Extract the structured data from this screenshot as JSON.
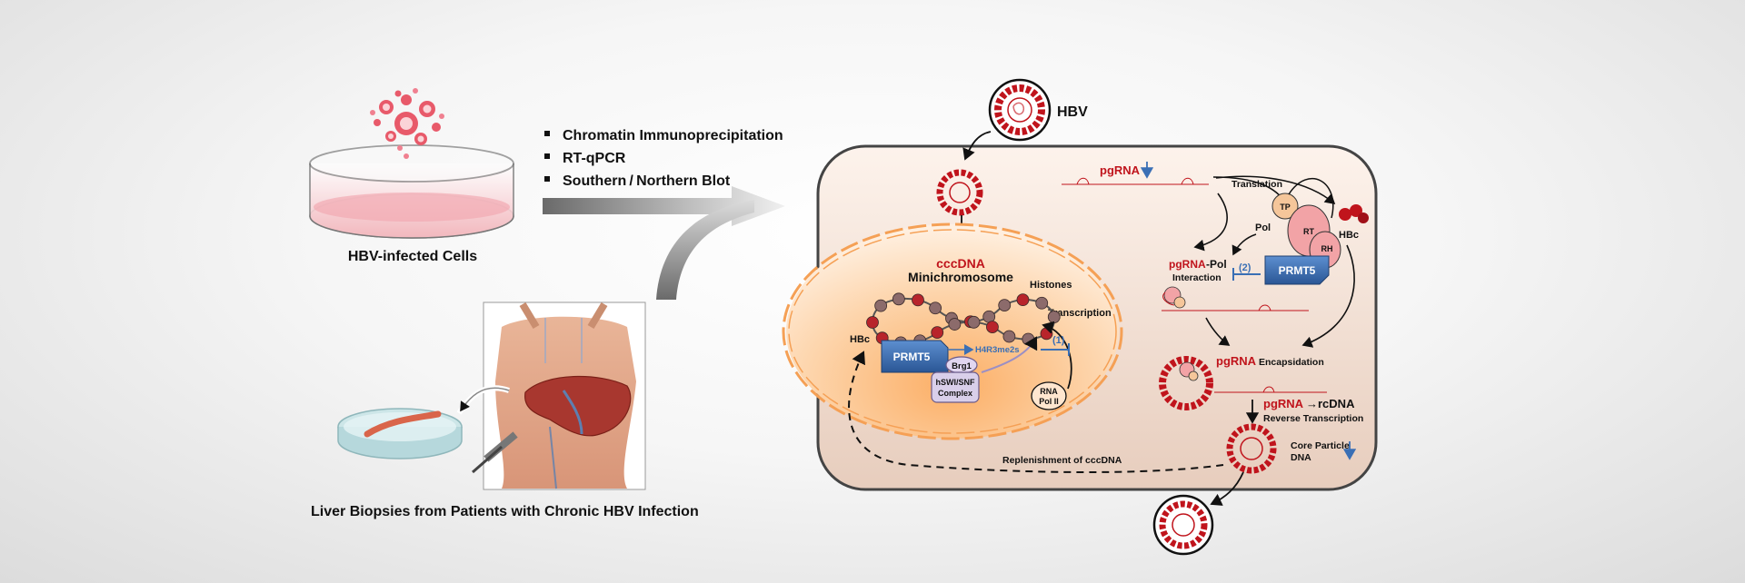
{
  "left": {
    "methods": [
      "Chromatin Immunoprecipitation",
      "RT-qPCR",
      "Southern / Northern Blot"
    ],
    "cells_caption": "HBV-infected Cells",
    "biopsy_caption": "Liver Biopsies from Patients with Chronic HBV Infection"
  },
  "cell": {
    "hbv_label": "HBV",
    "cccdna": "cccDNA",
    "minichromosome": "Minichromosome",
    "histones": "Histones",
    "transcription": "Transcription",
    "hbc_nucleus": "HBc",
    "prmt5": "PRMT5",
    "brg1": "Brg1",
    "hswi_line1": "hSWI/SNF",
    "hswi_line2": "Complex",
    "h4r3": "H4R3me2s",
    "step1": "(1)",
    "rnapol_line1": "RNA",
    "rnapol_line2": "Pol II",
    "replenishment": "Replenishment of cccDNA",
    "pgrna": "pgRNA",
    "translation": "Translation",
    "pol": "Pol",
    "tp": "TP",
    "rt": "RT",
    "rh": "RH",
    "hbc_cyto": "HBc",
    "pgrna_pol": "-Pol",
    "interaction": "Interaction",
    "step2": "(2)",
    "prmt5_cyto": "PRMT5",
    "encapsidation": "Encapsidation",
    "rcdna_arrow": "→rcDNA",
    "reverse_transcription": "Reverse Transcription",
    "core_particle_line1": "Core Particle",
    "core_particle_line2": "DNA"
  }
}
